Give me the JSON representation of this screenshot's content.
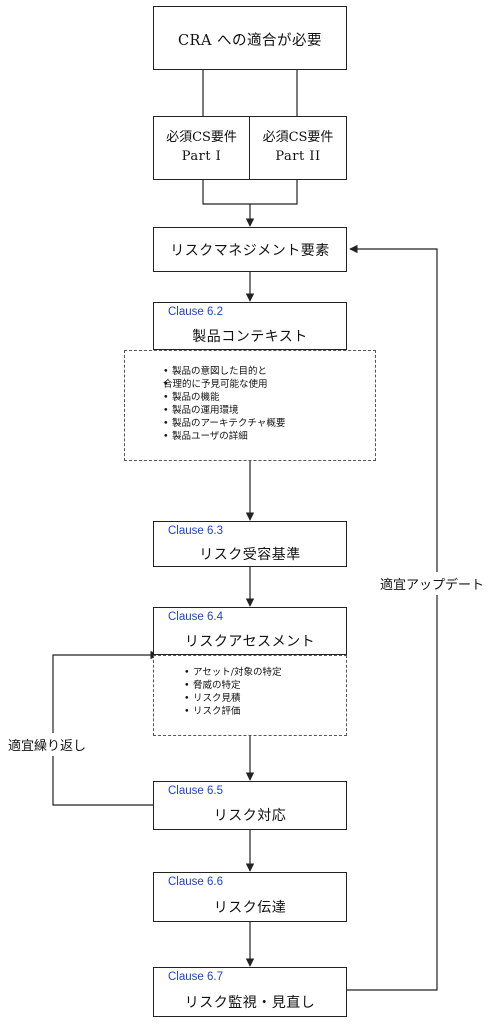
{
  "top": {
    "label": "CRA への適合が必要"
  },
  "cs_left": {
    "line1": "必須CS要件",
    "line2": "Part I"
  },
  "cs_right": {
    "line1": "必須CS要件",
    "line2": "Part II"
  },
  "risk_mgmt": {
    "label": "リスクマネジメント要素"
  },
  "steps": [
    {
      "clause": "Clause 6.2",
      "label": "製品コンテキスト"
    },
    {
      "clause": "Clause 6.3",
      "label": "リスク受容基準"
    },
    {
      "clause": "Clause 6.4",
      "label": "リスクアセスメント"
    },
    {
      "clause": "Clause 6.5",
      "label": "リスク対応"
    },
    {
      "clause": "Clause 6.6",
      "label": "リスク伝達"
    },
    {
      "clause": "Clause 6.7",
      "label": "リスク監視・見直し"
    }
  ],
  "context_items": [
    "製品の意図した目的と",
    "合理的に予見可能な使用",
    "製品の機能",
    "製品の運用環境",
    "製品のアーキテクチャ概要",
    "製品ユーザの詳細"
  ],
  "assessment_items": [
    "アセット/対象の特定",
    "脅威の特定",
    "リスク見積",
    "リスク評価"
  ],
  "labels": {
    "update": "適宜アップデート",
    "repeat": "適宜繰り返し"
  }
}
